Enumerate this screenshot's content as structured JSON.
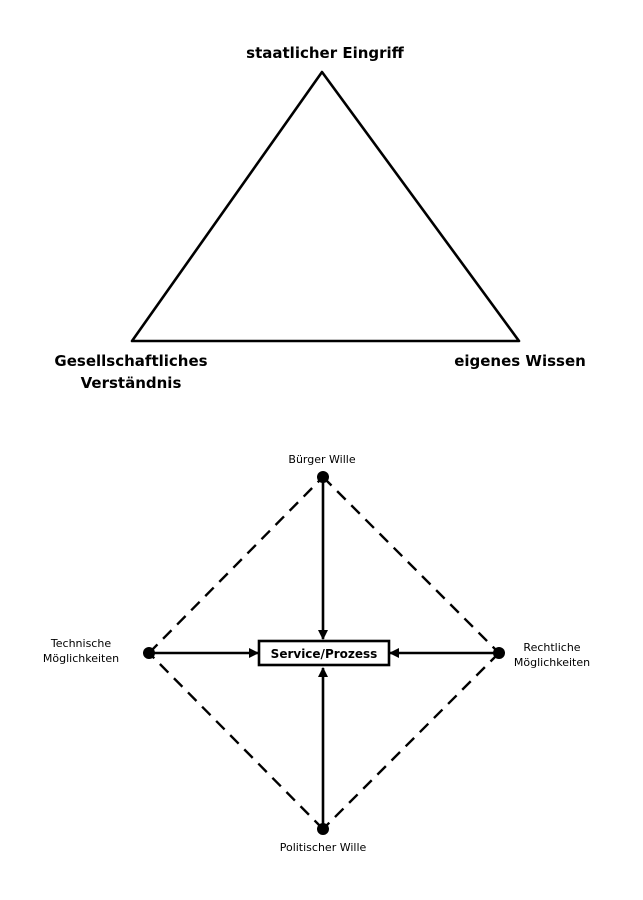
{
  "triangle": {
    "top_label": "staatlicher Eingriff",
    "left_label_line1": "Gesellschaftliches",
    "left_label_line2": "Verständnis",
    "right_label": "eigenes Wissen"
  },
  "diamond": {
    "top_label": "Bürger Wille",
    "bottom_label": "Politischer Wille",
    "left_label_line1": "Technische",
    "left_label_line2": "Möglichkeiten",
    "right_label_line1": "Rechtliche",
    "right_label_line2": "Möglichkeiten",
    "center_label": "Service/Prozess"
  },
  "colors": {
    "stroke": "#000000",
    "background": "#ffffff"
  }
}
